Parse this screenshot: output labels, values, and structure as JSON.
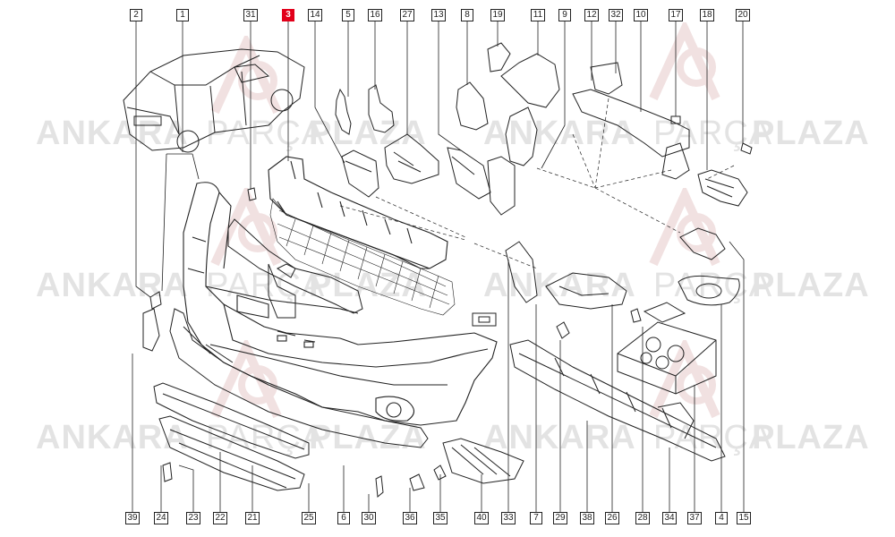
{
  "watermark": {
    "left": "ANKARA",
    "middle": "PARÇA",
    "right": "PLAZA",
    "logo_letters": "AP"
  },
  "highlighted_part": "3",
  "colors": {
    "highlight": "#e2001a",
    "line": "#222222",
    "watermark": "#e3e3e3"
  },
  "top_labels": [
    "2",
    "1",
    "31",
    "3",
    "14",
    "5",
    "16",
    "27",
    "13",
    "8",
    "19",
    "11",
    "9",
    "12",
    "32",
    "10",
    "17",
    "18",
    "20"
  ],
  "bottom_labels": [
    "39",
    "24",
    "23",
    "22",
    "21",
    "25",
    "6",
    "30",
    "36",
    "35",
    "40",
    "33",
    "7",
    "29",
    "38",
    "26",
    "28",
    "34",
    "37",
    "4",
    "15"
  ]
}
